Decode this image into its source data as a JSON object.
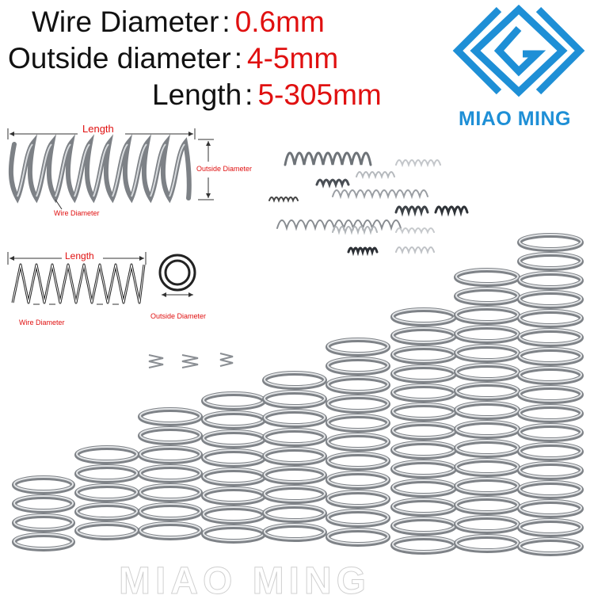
{
  "specs": {
    "wire_diameter_label": "Wire  Diameter",
    "wire_diameter_value": "0.6mm",
    "outside_diameter_label": "Outside diameter",
    "outside_diameter_value": "4-5mm",
    "length_label": "Length",
    "length_value": "5-305mm",
    "colon": ":"
  },
  "brand": {
    "name": "MIAO MING",
    "watermark": "MIAO MING",
    "logo_icon": "diamond-lattice-logo",
    "color": "#1e8fd6"
  },
  "diagram_top": {
    "length_label": "Length",
    "outside_diameter_label": "Outside  Diameter",
    "wire_diameter_label": "Wire Diameter"
  },
  "diagram_side": {
    "length_label": "Length",
    "wire_diameter_label": "Wire Diameter",
    "outside_diameter_label": "Outside  Diameter"
  },
  "colors": {
    "accent_red": "#e01010",
    "text": "#111111",
    "steel": "#9a9ea3"
  }
}
